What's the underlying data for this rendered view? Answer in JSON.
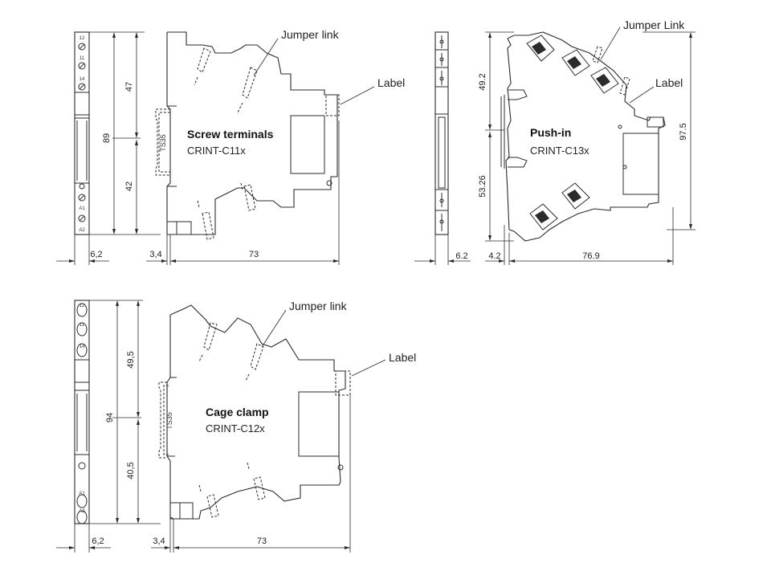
{
  "views": {
    "screw": {
      "title": "Screw terminals",
      "model": "CRINT-C11x",
      "jumper_label": "Jumper link",
      "label_callout": "Label",
      "rail": "TS35",
      "dims": {
        "height_total": "89",
        "upper": "47",
        "lower": "42",
        "width": "73",
        "rail_offset": "3,4",
        "thickness": "6,2"
      },
      "terminal_marks": [
        "12",
        "11",
        "14",
        "A1",
        "A2"
      ]
    },
    "pushin": {
      "title": "Push-in",
      "model": "CRINT-C13x",
      "jumper_label": "Jumper Link",
      "label_callout": "Label",
      "dims": {
        "height_total": "97.5",
        "upper": "49.2",
        "lower": "53.26",
        "width": "76.9",
        "rail_offset": "4.2",
        "thickness": "6.2"
      }
    },
    "cage": {
      "title": "Cage clamp",
      "model": "CRINT-C12x",
      "jumper_label": "Jumper link",
      "label_callout": "Label",
      "rail": "TS35",
      "dims": {
        "height_total": "94",
        "upper": "49,5",
        "lower": "40,5",
        "width": "73",
        "rail_offset": "3,4",
        "thickness": "6,2"
      },
      "terminal_marks": [
        "12",
        "11",
        "14",
        "A1",
        "A2"
      ]
    }
  }
}
